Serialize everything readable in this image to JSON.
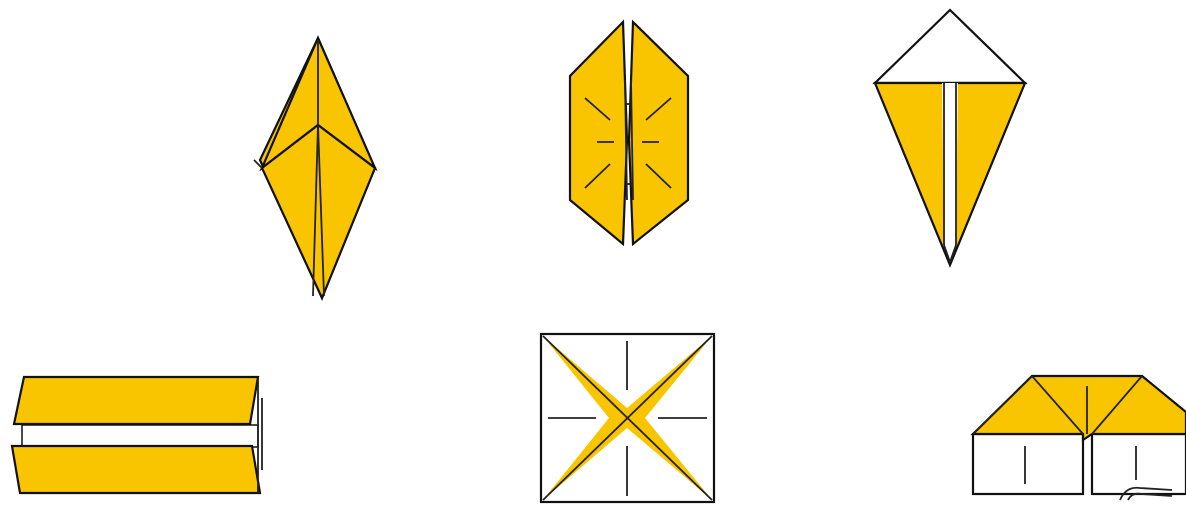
{
  "figure": {
    "steps": [
      {
        "id": "step-fold-a",
        "fill": "yellow"
      },
      {
        "id": "step-fold-b",
        "fill": "yellow"
      },
      {
        "id": "step-fold-c",
        "fill": "yellow-and-white"
      },
      {
        "id": "step-fold-d",
        "fill": "yellow"
      },
      {
        "id": "step-fold-e",
        "fill": "white-and-yellow"
      },
      {
        "id": "step-fold-f",
        "fill": "yellow-and-white"
      }
    ]
  },
  "colors": {
    "paper_colored": "#F9C400",
    "paper_white": "#FFFFFF",
    "outline": "#111111"
  }
}
